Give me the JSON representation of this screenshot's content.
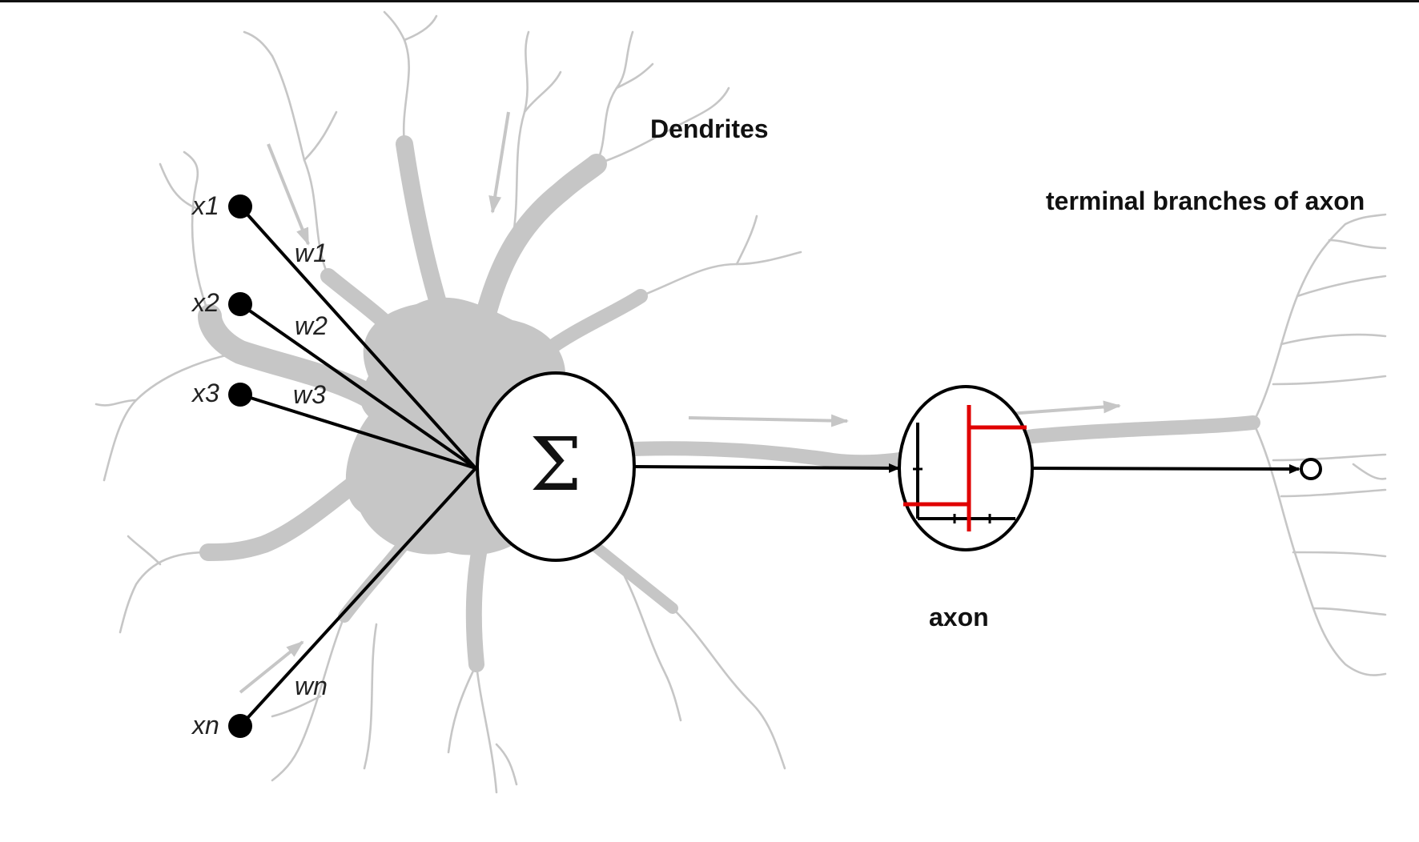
{
  "labels": {
    "dendrites": "Dendrites",
    "terminal_branches": "terminal branches of axon",
    "axon": "axon",
    "sigma": "Σ"
  },
  "inputs": [
    {
      "label": "x1",
      "weight": "w1"
    },
    {
      "label": "x2",
      "weight": "w2"
    },
    {
      "label": "x3",
      "weight": "w3"
    },
    {
      "label": "xn",
      "weight": "wn"
    }
  ],
  "colors": {
    "neuron_gray": "#c6c6c6",
    "line_black": "#000000",
    "step_red": "#e00000"
  }
}
